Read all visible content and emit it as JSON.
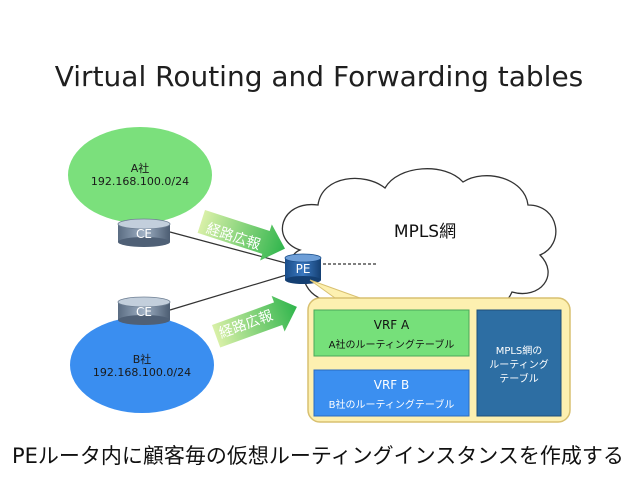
{
  "title": "Virtual Routing and Forwarding tables",
  "network_a": {
    "name": "A社",
    "subnet": "192.168.100.0/24"
  },
  "network_b": {
    "name": "B社",
    "subnet": "192.168.100.0/24"
  },
  "ce_a_label": "CE",
  "ce_b_label": "CE",
  "mpls_label": "MPLS網",
  "pe_label": "PE",
  "arrow_top_label": "経路広報",
  "arrow_bottom_label": "経路広報",
  "vrf_a": {
    "title": "VRF A",
    "subtitle": "A社のルーティングテーブル"
  },
  "vrf_b": {
    "title": "VRF B",
    "subtitle": "B社のルーティングテーブル"
  },
  "mpls_table": "MPLS網の\nルーティング\nテーブル",
  "caption": "PEルータ内に顧客毎の仮想ルーティングインスタンスを作成する",
  "colors": {
    "green": "#76e07a",
    "blue": "#3b8ff0",
    "dark_blue": "#2d6ea3",
    "panel": "#fdf0b0",
    "arrow_gradient_start": "#cfeaa0",
    "arrow_gradient_end": "#3cbf58"
  }
}
